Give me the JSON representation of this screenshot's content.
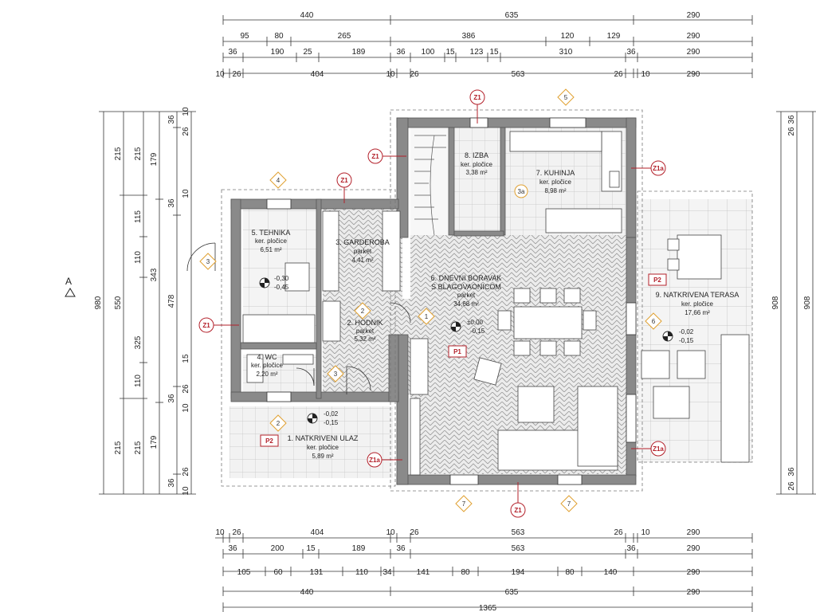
{
  "colors": {
    "wall": "#8a8a8a",
    "mark": "#b3202a",
    "tag": "#e0a030",
    "tile": "#d9d9d9",
    "parquet": "#cccccc"
  },
  "section_label": "A",
  "dims_top": [
    {
      "row": 0,
      "labels": [
        "440",
        "635",
        "290"
      ]
    },
    {
      "row": 1,
      "labels": [
        "95",
        "80",
        "265",
        "386",
        "120",
        "129",
        "290"
      ]
    },
    {
      "row": 2,
      "labels": [
        "36",
        "190",
        "25",
        "189",
        "36",
        "100",
        "15",
        "123",
        "15",
        "310",
        "36",
        "290"
      ]
    },
    {
      "row": 3,
      "labels": [
        "10",
        "26",
        "404",
        "10",
        "26",
        "563",
        "26",
        "10",
        "290"
      ]
    }
  ],
  "dims_bottom": [
    {
      "row": 0,
      "labels": [
        "10",
        "26",
        "404",
        "10",
        "26",
        "563",
        "26",
        "10",
        "290"
      ]
    },
    {
      "row": 1,
      "labels": [
        "36",
        "200",
        "15",
        "189",
        "36",
        "563",
        "36",
        "290"
      ]
    },
    {
      "row": 2,
      "labels": [
        "105",
        "60",
        "131",
        "110",
        "34",
        "141",
        "80",
        "194",
        "80",
        "140",
        "290"
      ]
    },
    {
      "row": 3,
      "labels": [
        "440",
        "635",
        "290"
      ]
    },
    {
      "row": 4,
      "labels": [
        "1365"
      ]
    }
  ],
  "dims_left": [
    {
      "col": 0,
      "labels": [
        "980"
      ]
    },
    {
      "col": 1,
      "labels": [
        "215",
        "550",
        "215"
      ]
    },
    {
      "col": 2,
      "labels": [
        "215",
        "115",
        "110",
        "325",
        "110",
        "215"
      ]
    },
    {
      "col": 3,
      "labels": [
        "179",
        "343",
        "179"
      ]
    },
    {
      "col": 4,
      "labels": [
        "36",
        "36",
        "478",
        "36",
        "36"
      ]
    },
    {
      "col": 5,
      "labels": [
        "10",
        "26",
        "10",
        "15",
        "26",
        "10",
        "26",
        "10"
      ]
    }
  ],
  "dims_right": [
    {
      "col": 0,
      "labels": [
        "908"
      ]
    },
    {
      "col": 1,
      "labels": [
        "26",
        "36",
        "36",
        "26"
      ]
    },
    {
      "col": 2,
      "labels": [
        "908"
      ]
    }
  ],
  "rooms": [
    {
      "name": "1. NATKRIVENI ULAZ",
      "floor": "ker. pločice",
      "area": "5,89 m²"
    },
    {
      "name": "2. HODNIK",
      "floor": "parket",
      "area": "5,32 m²"
    },
    {
      "name": "3. GARDEROBA",
      "floor": "parket",
      "area": "4,41 m²"
    },
    {
      "name": "4. WC",
      "floor": "ker. pločice",
      "area": "2,20 m²"
    },
    {
      "name": "5. TEHNIKA",
      "floor": "ker. pločice",
      "area": "6,51 m²"
    },
    {
      "name": "6. DNEVNI BORAVAK",
      "name2": "S BLAGOVAONICOM",
      "floor": "parket",
      "area": "34,68 m²"
    },
    {
      "name": "7. KUHINJA",
      "floor": "ker. pločice",
      "area": "8,98 m²"
    },
    {
      "name": "8. IZBA",
      "floor": "ker. pločice",
      "area": "3,38 m²"
    },
    {
      "name": "9. NATKRIVENA TERASA",
      "floor": "ker. pločice",
      "area": "17,66 m²"
    }
  ],
  "levels": [
    {
      "top": "-0,30",
      "bottom": "-0,45"
    },
    {
      "top": "±0,00",
      "bottom": "-0,15"
    },
    {
      "top": "-0,02",
      "bottom": "-0,15"
    },
    {
      "top": "-0,02",
      "bottom": "-0,15"
    }
  ],
  "wall_marks": [
    "Z1",
    "Z1",
    "Z1",
    "Z1",
    "Z1",
    "Z1a",
    "Z1a",
    "Z1a"
  ],
  "floor_marks": [
    "P1",
    "P2",
    "P2"
  ],
  "tags": [
    "1",
    "2",
    "2",
    "3",
    "3",
    "4",
    "5",
    "6",
    "7",
    "7",
    "3a"
  ]
}
